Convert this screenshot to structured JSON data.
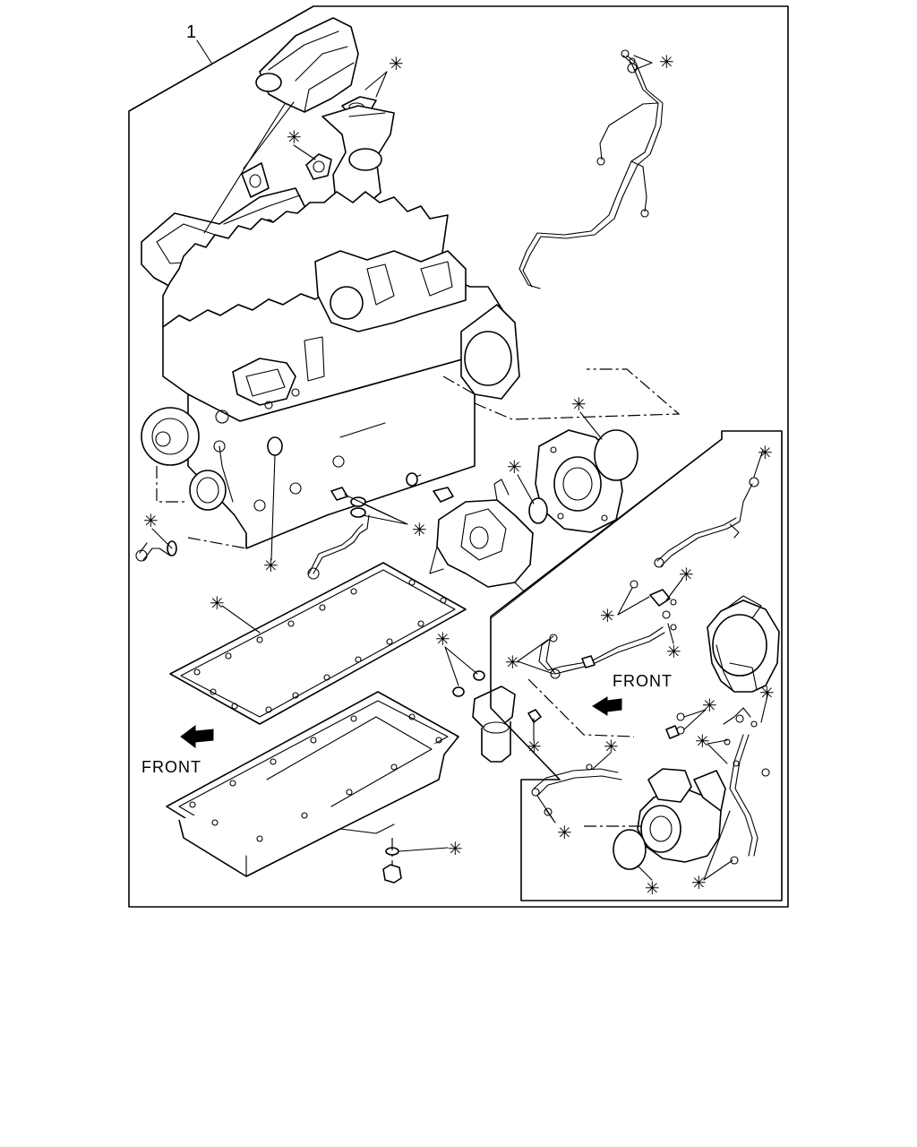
{
  "diagram": {
    "item_number": "1",
    "front_label_left": "FRONT",
    "front_label_right": "FRONT",
    "kit_marker": "✳"
  }
}
